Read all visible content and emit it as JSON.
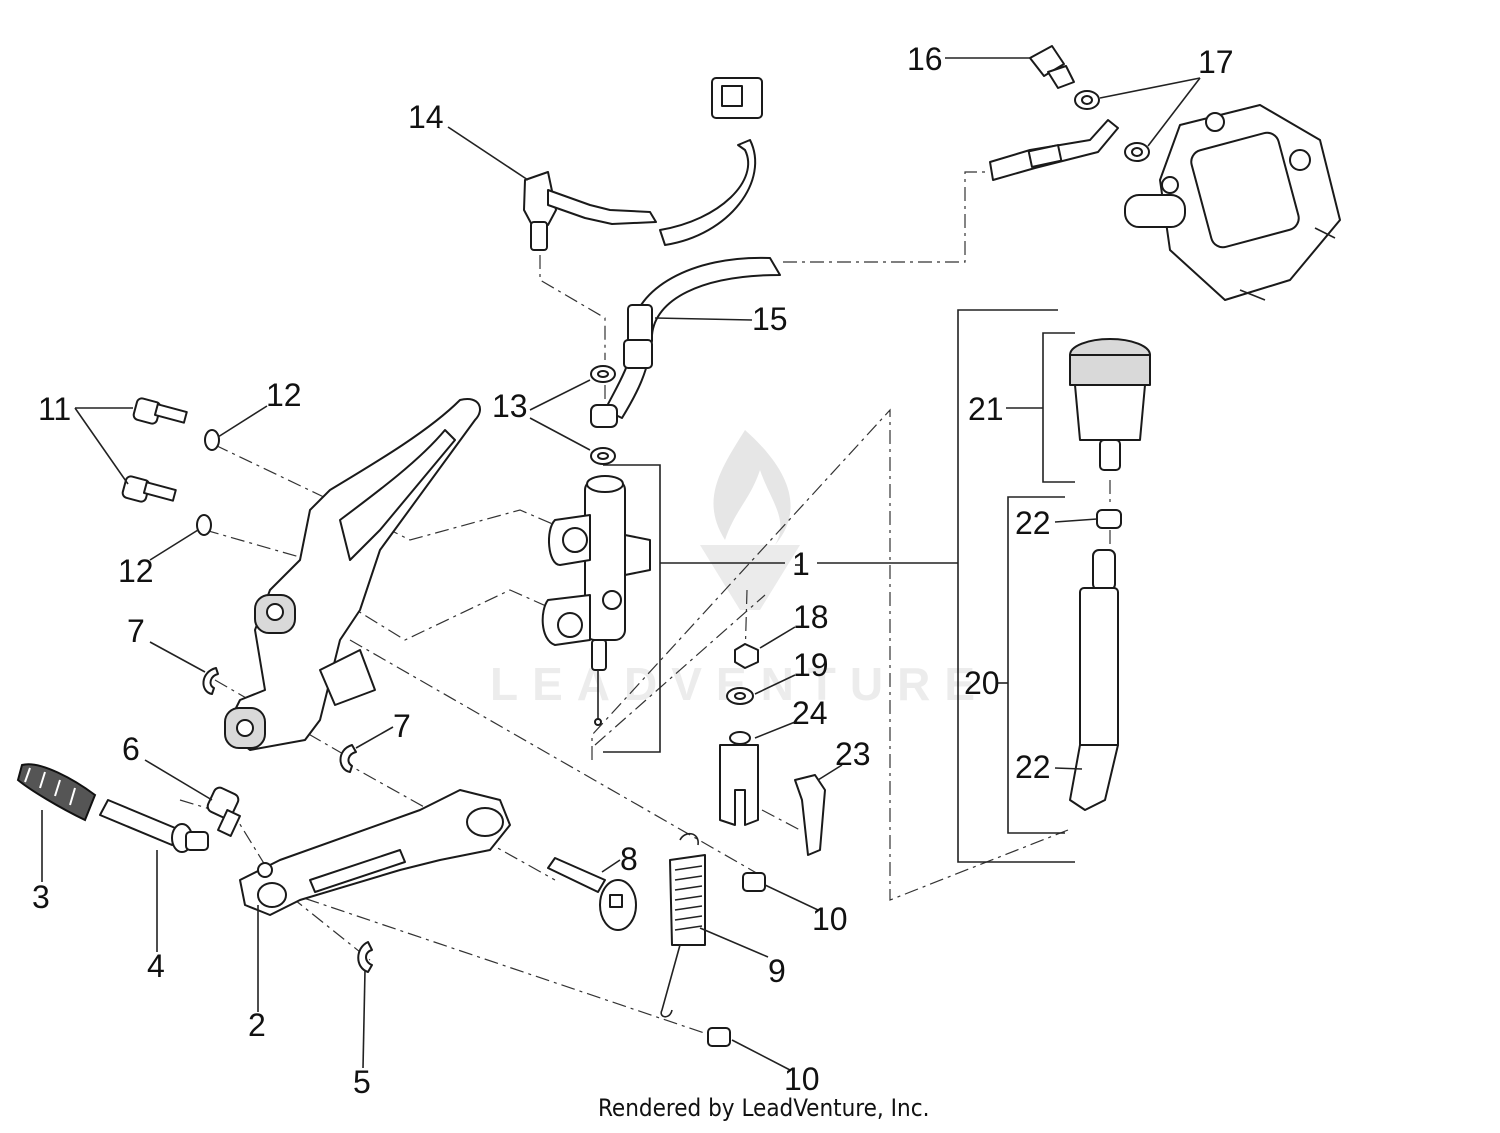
{
  "callouts": {
    "c1": "1",
    "c2": "2",
    "c3": "3",
    "c4": "4",
    "c5": "5",
    "c6": "6",
    "c7a": "7",
    "c7b": "7",
    "c8": "8",
    "c9": "9",
    "c10a": "10",
    "c10b": "10",
    "c11": "11",
    "c12a": "12",
    "c12b": "12",
    "c13": "13",
    "c14": "14",
    "c15": "15",
    "c16": "16",
    "c17": "17",
    "c18": "18",
    "c19": "19",
    "c20": "20",
    "c21": "21",
    "c22a": "22",
    "c22b": "22",
    "c23": "23",
    "c24": "24"
  },
  "watermark": {
    "brand": "LEADVENTURE"
  },
  "footer": {
    "text": "Rendered by LeadVenture, Inc."
  }
}
